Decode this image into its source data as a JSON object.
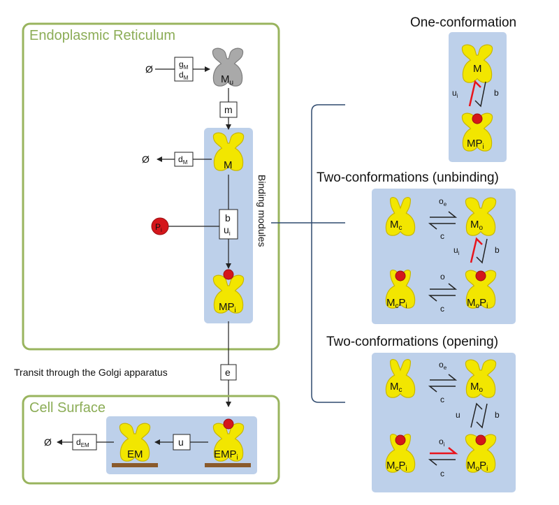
{
  "compartments": {
    "er_title": "Endoplasmic Reticulum",
    "surface_title": "Cell Surface",
    "binding_modules_label": "Binding modules",
    "transit_label": "Transit through the Golgi apparatus"
  },
  "symbols": {
    "empty_set": "Ø"
  },
  "rates": {
    "gM_main": "g",
    "gM_sub": "M",
    "dM_main": "d",
    "dM_sub": "M",
    "m": "m",
    "b": "b",
    "ui_main": "u",
    "ui_sub": "i",
    "e": "e",
    "u": "u",
    "dEM_main": "d",
    "dEM_sub": "EM",
    "oe_main": "o",
    "oe_sub": "e",
    "o": "o",
    "oi_main": "o",
    "oi_sub": "i",
    "c": "c"
  },
  "molecules": {
    "Mu_main": "M",
    "Mu_sub": "u",
    "M": "M",
    "P_main": "P",
    "P_sub": "i",
    "MP_main": "MP",
    "MP_sub": "i",
    "EM": "EM",
    "EMP_main": "EMP",
    "EMP_sub": "i",
    "Mc_main": "M",
    "Mc_sub": "c",
    "Mo_main": "M",
    "Mo_sub": "o",
    "McPi_M": "M",
    "McPi_c": "c",
    "McPi_P": "P",
    "McPi_i": "i",
    "MoPi_M": "M",
    "MoPi_o": "o",
    "MoPi_P": "P",
    "MoPi_i": "i"
  },
  "panels": {
    "one_conformation": "One-conformation",
    "two_unbinding": "Two-conformations  (unbinding)",
    "two_opening": "Two-conformations  (opening)"
  },
  "colors": {
    "er_border": "#99b45e",
    "module_fill": "#bdd0ea",
    "molecule_yellow": "#f2e600",
    "molecule_gray": "#a9a9a9",
    "ligand_red": "#d4161b",
    "highlight_red": "#e8141c",
    "connector_blue": "#2f4a6e",
    "membrane_brown": "#8a5a2b"
  }
}
